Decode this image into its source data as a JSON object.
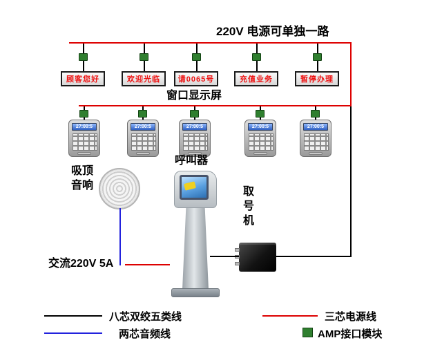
{
  "header": {
    "power_label": "220V  电源可单独一路"
  },
  "displays": {
    "section_label": "窗口显示屏",
    "items": [
      {
        "text": "顾客您好"
      },
      {
        "text": "欢迎光临"
      },
      {
        "text": "请0065号"
      },
      {
        "text": "充值业务"
      },
      {
        "text": "暂停办理"
      }
    ]
  },
  "callers": {
    "section_label": "呼叫器",
    "lcd_text": "27:00:5"
  },
  "speaker": {
    "label": "吸顶音响"
  },
  "kiosk": {
    "label": "取号机"
  },
  "power": {
    "ac_label": "交流220V 5A"
  },
  "legend": {
    "cat5": "八芯双绞五类线",
    "power": "三芯电源线",
    "audio": "两芯音频线",
    "amp": "AMP接口模块"
  },
  "colors": {
    "power_line": "#dd0000",
    "data_line": "#000000",
    "audio_line": "#2222dd",
    "amp_green": "#2f7f2f",
    "display_text": "#ee1111"
  }
}
